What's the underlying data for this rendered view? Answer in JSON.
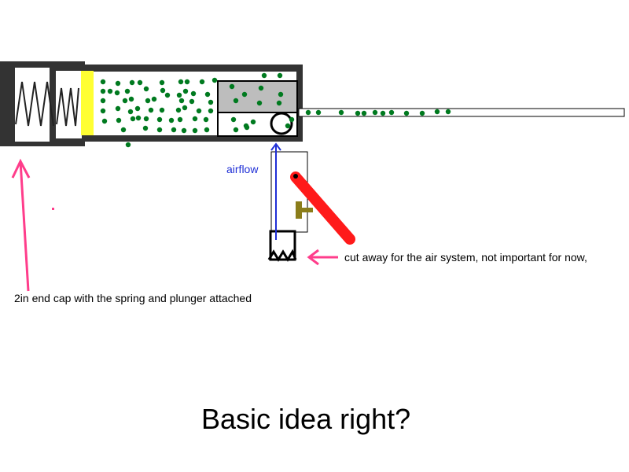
{
  "labels": {
    "airflow": "airflow",
    "cut_away": "cut away for the air system, not important for now,",
    "end_cap": "2in end cap with the spring and plunger attached",
    "title": "Basic idea right?"
  },
  "colors": {
    "outline": "#333333",
    "plunger": "#ffff33",
    "pellets": "#007a1f",
    "breech": "#bdbdbd",
    "airflow_arrow": "#1f2fd6",
    "annotation_arrows": "#ff3d8b",
    "lever": "#ff1a1a",
    "lever_knob": "#8b7d1a",
    "background": "#ffffff"
  },
  "icons": {
    "spring": "zigzag-spring-icon",
    "pellets": "bb-pellet-icon",
    "arrows": "hand-drawn-arrow-icon"
  }
}
